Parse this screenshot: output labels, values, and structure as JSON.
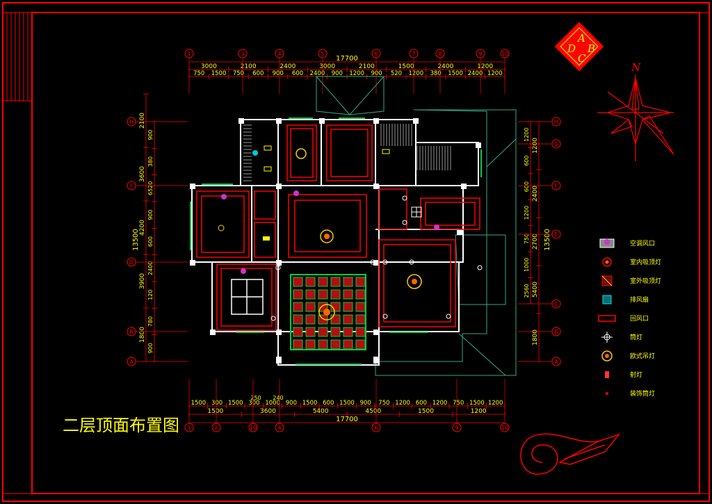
{
  "drawing": {
    "title": "二层顶面布置图",
    "colors": {
      "background": "#000000",
      "frame": "#ff0000",
      "dimension": "#ff0000",
      "text": "#ffff00",
      "wall": "#ffffff",
      "grid": "#ff0000",
      "window": "#00cc44",
      "roof": "#33aa88",
      "logo_fill": "#ff0000",
      "logo_text": "#ffff00"
    }
  },
  "axes": {
    "top_labels": [
      "1",
      "3",
      "4",
      "5",
      "6",
      "7",
      "8",
      "9",
      "10"
    ],
    "bottom_labels": [
      "1",
      "2",
      "10",
      "4",
      "6",
      "9",
      "10"
    ],
    "left_labels": [
      "H",
      "F",
      "D",
      "B",
      "A"
    ],
    "right_labels": [
      "H",
      "G",
      "F",
      "E",
      "C",
      "B",
      "A"
    ]
  },
  "dimensions": {
    "top_total": "17700",
    "top_row1": [
      "3000",
      "2100",
      "2400",
      "3000",
      "2100",
      "1500",
      "2400",
      "1200"
    ],
    "top_row2": [
      "750",
      "1500",
      "750",
      "600",
      "900",
      "600",
      "2400",
      "900",
      "1200",
      "900",
      "520",
      "1200",
      "380",
      "1500",
      "2400",
      "1200"
    ],
    "bottom_total": "17700",
    "bottom_row1": [
      "1500",
      "300",
      "1500",
      "300",
      "1000",
      "900",
      "1500",
      "600",
      "1500",
      "900",
      "750",
      "1200",
      "600",
      "1200",
      "750",
      "1500",
      "1200"
    ],
    "bottom_row2": [
      "1500",
      "3600",
      "5400",
      "4500",
      "1500",
      "1200"
    ],
    "bottom_extra": [
      "250",
      "240"
    ],
    "left_total": "13500",
    "left_row1": [
      "2100",
      "3600",
      "4200",
      "3900",
      "1800"
    ],
    "left_row2": [
      "900",
      "380",
      "6520",
      "900",
      "600",
      "2400",
      "120",
      "780",
      "900"
    ],
    "right_total": "13500",
    "right_row1": [
      "1200",
      "2400",
      "2700",
      "5400",
      "1800"
    ],
    "right_row2": [
      "1200",
      "600",
      "600",
      "1200",
      "750",
      "1000",
      "2560"
    ]
  },
  "legend": {
    "items": [
      {
        "icon": "supply-vent-icon",
        "label": "空调风口"
      },
      {
        "icon": "ceiling-lamp-icon",
        "label": "室内吸顶灯"
      },
      {
        "icon": "outdoor-lamp-icon",
        "label": "室外吸顶灯"
      },
      {
        "icon": "exhaust-fan-icon",
        "label": "排风扇"
      },
      {
        "icon": "return-vent-icon",
        "label": "回风口"
      },
      {
        "icon": "downlight-icon",
        "label": "筒灯"
      },
      {
        "icon": "chandelier-icon",
        "label": "欧式吊灯"
      },
      {
        "icon": "spotlight-icon",
        "label": "射灯"
      },
      {
        "icon": "grille-lamp-icon",
        "label": "装饰筒灯"
      }
    ]
  },
  "logo": {
    "letters": [
      "A",
      "B",
      "C",
      "D"
    ]
  },
  "compass": {
    "north": "N"
  }
}
